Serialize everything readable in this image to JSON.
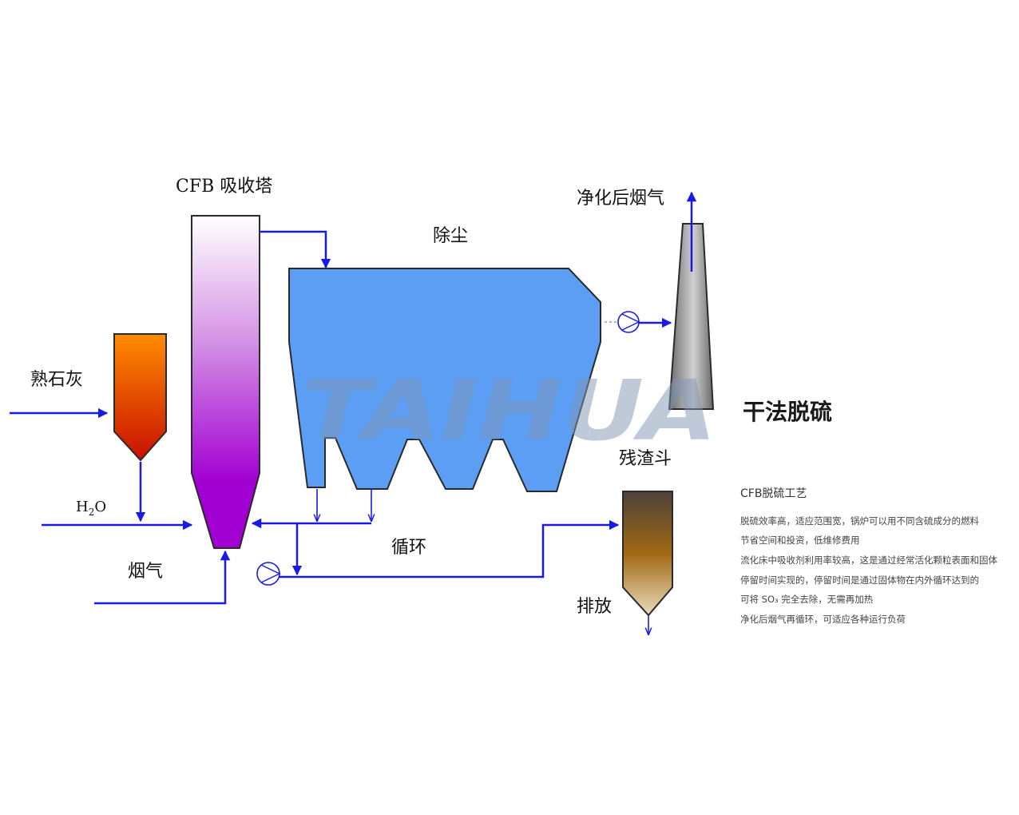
{
  "labels": {
    "absorber": "CFB 吸收塔",
    "dust_removal": "除尘",
    "clean_flue_gas": "净化后烟气",
    "slaked_lime": "熟石灰",
    "water": {
      "base": "H",
      "sub": "2",
      "tail": "O"
    },
    "flue_gas": "烟气",
    "circulation": "循环",
    "residue_hopper": "残渣斗",
    "discharge": "排放",
    "title": "干法脱硫"
  },
  "watermark": "TAIHUA",
  "description": {
    "heading": "CFB脱硫工艺",
    "lines": [
      "脱硫效率高，适应范围宽，锅炉可以用不同含硫成分的燃料",
      "节省空间和投资，低维修费用",
      "流化床中吸收剂利用率较高，这是通过经常活化颗粒表面和固体",
      "停留时间实现的，停留时间是通过固体物在内外循环达到的",
      "可将 SO₃ 完全去除，无需再加热",
      "净化后烟气再循环，可适应各种运行负荷"
    ]
  },
  "colors": {
    "flow": "#1a1ae6",
    "absorber_top": "#ffffff",
    "absorber_mid": "#d79be6",
    "absorber_bottom": "#a200d2",
    "lime_top": "#ff8c00",
    "lime_bottom": "#c80f00",
    "dust_collector": "#5b9ef4",
    "stack_edge": "#6a6a6a",
    "stack_center": "#d0d0d0",
    "residue_top": "#4d4239",
    "residue_mid": "#a06814",
    "residue_bottom": "#eadbb9"
  }
}
